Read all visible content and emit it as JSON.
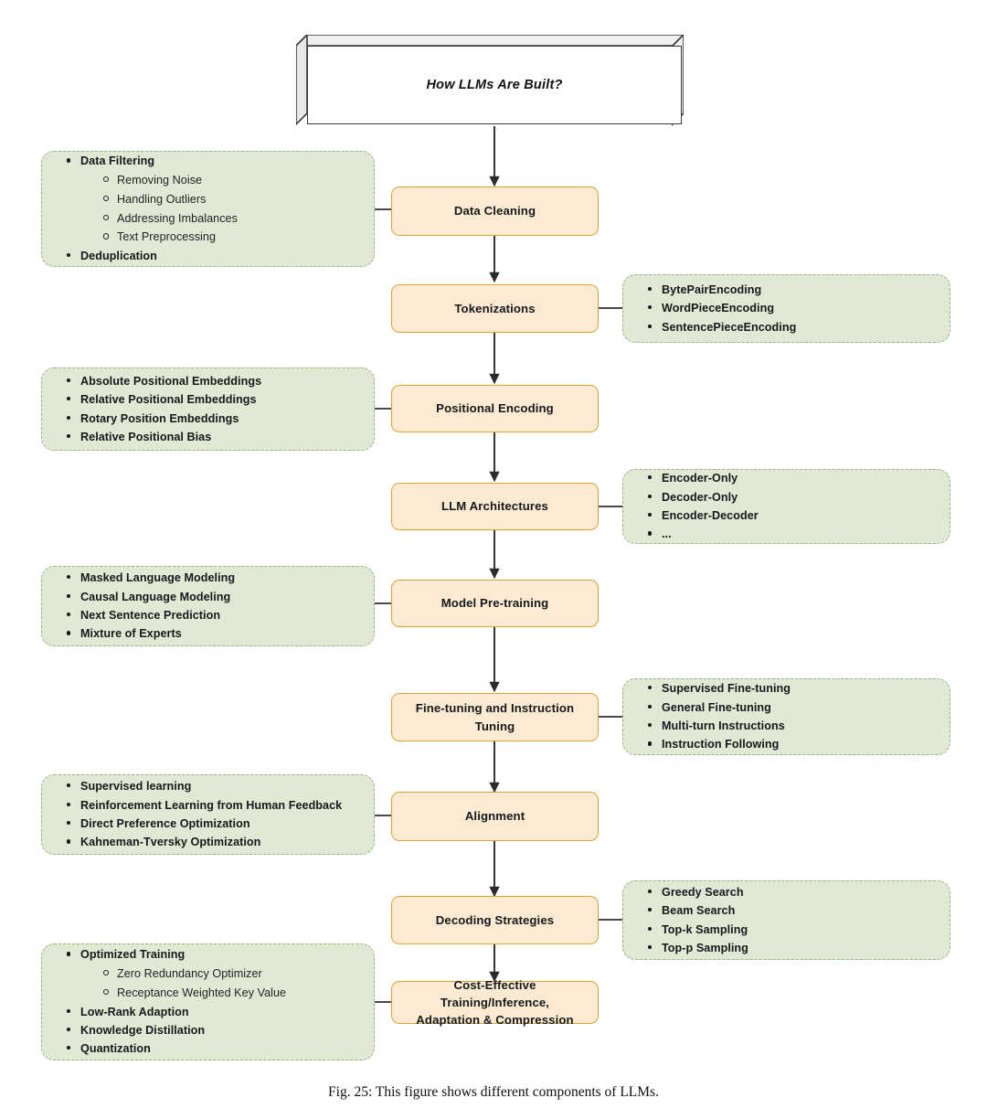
{
  "figure": {
    "title": "How LLMs Are Built?",
    "caption": "Fig. 25: This figure shows different components of LLMs.",
    "colors": {
      "node_fill": "#fcebd2",
      "node_border": "#d9a43c",
      "detail_fill": "#dfe9d4",
      "detail_border": "#9bb184",
      "connector": "#2b2b2b",
      "title_border": "#3a3a3a",
      "text": "#15191c"
    }
  },
  "nodes": [
    {
      "label": "Data Cleaning"
    },
    {
      "label": "Tokenizations"
    },
    {
      "label": "Positional Encoding"
    },
    {
      "label": "LLM Architectures"
    },
    {
      "label": "Model Pre-training"
    },
    {
      "label": "Fine-tuning and Instruction Tuning"
    },
    {
      "label": "Alignment"
    },
    {
      "label": "Decoding Strategies"
    },
    {
      "label_line1": "Cost-Effective Training/Inference,",
      "label_line2": "Adaptation & Compression"
    }
  ],
  "details": {
    "data_cleaning": {
      "side": "left",
      "items": [
        {
          "text": "Data Filtering"
        },
        {
          "text": "Removing Noise"
        },
        {
          "text": "Handling Outliers"
        },
        {
          "text": "Addressing Imbalances"
        },
        {
          "text": "Text Preprocessing"
        },
        {
          "text": "Deduplication"
        }
      ]
    },
    "tokenizations": {
      "side": "right",
      "items": [
        {
          "text": "BytePairEncoding"
        },
        {
          "text": "WordPieceEncoding"
        },
        {
          "text": "SentencePieceEncoding"
        }
      ]
    },
    "positional_encoding": {
      "side": "left",
      "items": [
        {
          "text": "Absolute Positional Embeddings"
        },
        {
          "text": "Relative Positional Embeddings"
        },
        {
          "text": "Rotary Position Embeddings"
        },
        {
          "text": "Relative Positional Bias"
        }
      ]
    },
    "llm_architectures": {
      "side": "right",
      "items": [
        {
          "text": "Encoder-Only"
        },
        {
          "text": "Decoder-Only"
        },
        {
          "text": "Encoder-Decoder"
        },
        {
          "text": "..."
        }
      ]
    },
    "model_pretraining": {
      "side": "left",
      "items": [
        {
          "text": "Masked Language Modeling"
        },
        {
          "text": "Causal Language Modeling"
        },
        {
          "text": "Next Sentence Prediction"
        },
        {
          "text": "Mixture of Experts"
        }
      ]
    },
    "finetuning": {
      "side": "right",
      "items": [
        {
          "text": "Supervised Fine-tuning"
        },
        {
          "text": "General Fine-tuning"
        },
        {
          "text": "Multi-turn Instructions"
        },
        {
          "text": "Instruction Following"
        }
      ]
    },
    "alignment": {
      "side": "left",
      "items": [
        {
          "text": "Supervised learning"
        },
        {
          "text": "Reinforcement Learning from Human Feedback"
        },
        {
          "text": "Direct Preference Optimization"
        },
        {
          "text": "Kahneman-Tversky Optimization"
        }
      ]
    },
    "decoding_strategies": {
      "side": "right",
      "items": [
        {
          "text": "Greedy Search"
        },
        {
          "text": "Beam Search"
        },
        {
          "text": "Top-k Sampling"
        },
        {
          "text": "Top-p Sampling"
        }
      ]
    },
    "cost_effective": {
      "side": "left",
      "items": [
        {
          "text": "Optimized Training"
        },
        {
          "text": "Zero Redundancy Optimizer"
        },
        {
          "text": "Receptance Weighted Key Value"
        },
        {
          "text": "Low-Rank Adaption"
        },
        {
          "text": "Knowledge Distillation"
        },
        {
          "text": "Quantization"
        }
      ]
    }
  }
}
